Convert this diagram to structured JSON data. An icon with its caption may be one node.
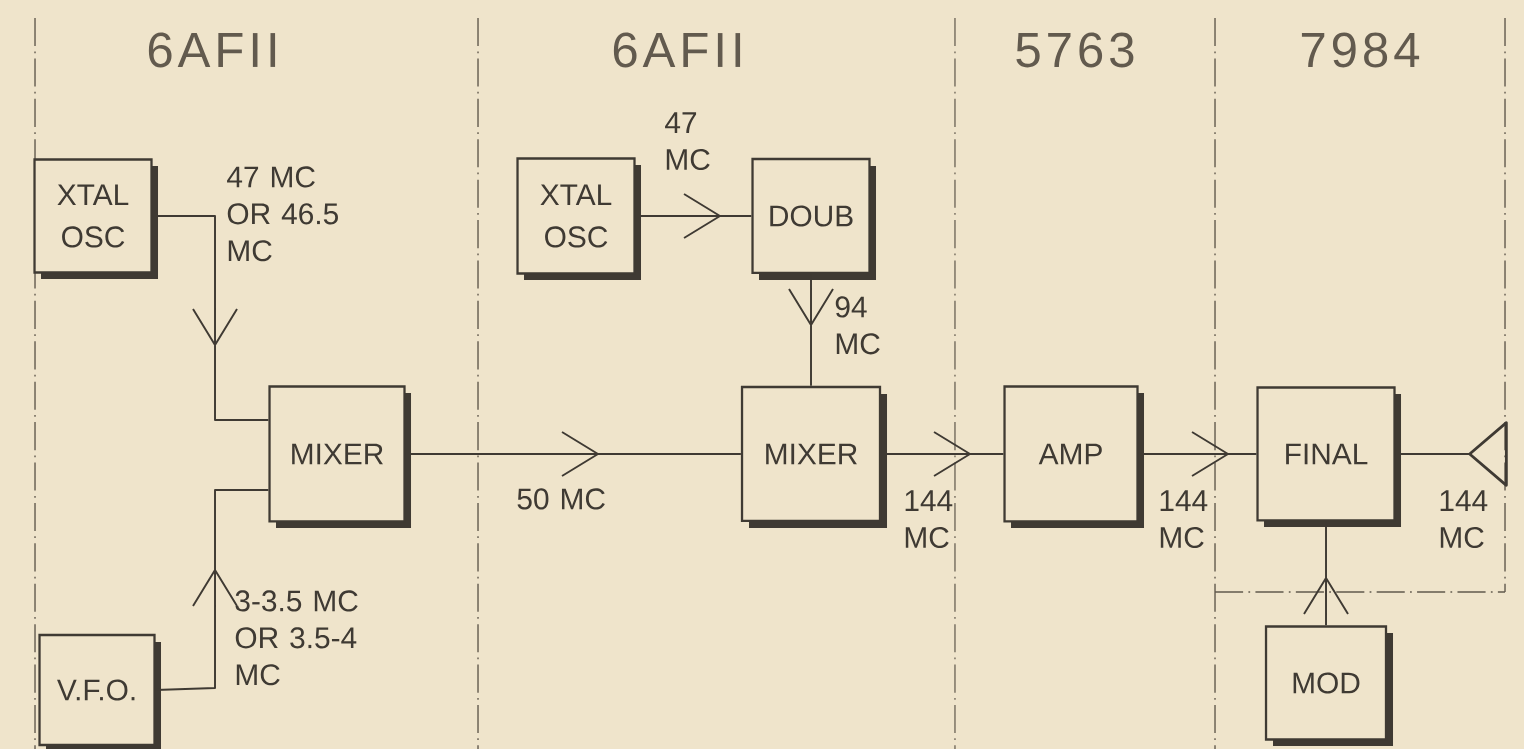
{
  "diagram": {
    "nodes": [
      {
        "text": [
          "XTAL OSC"
        ]
      },
      {
        "text": [
          "V.F.O."
        ]
      },
      {
        "text": [
          "MIXER"
        ]
      },
      {
        "text": [
          "XTAL OSC"
        ]
      },
      {
        "text": [
          "DOUB"
        ]
      },
      {
        "text": [
          "MIXER"
        ]
      },
      {
        "text": [
          "AMP"
        ]
      },
      {
        "text": [
          "FINAL"
        ]
      },
      {
        "text": [
          "MOD"
        ]
      },
      {
        "text": [],
        "shape": "triangle"
      }
    ],
    "edges": [
      {
        "from": 0,
        "to": 2,
        "arrow": "to",
        "label": "47 MC OR 46.5 MC"
      },
      {
        "from": 1,
        "to": 2,
        "arrow": "to",
        "label": "3-3.5 MC OR 3.5-4 MC"
      },
      {
        "from": 2,
        "to": 5,
        "arrow": "to",
        "label": "50 MC"
      },
      {
        "from": 3,
        "to": 4,
        "arrow": "to",
        "label": "47 MC"
      },
      {
        "from": 4,
        "to": 5,
        "arrow": "to",
        "label": "94 MC"
      },
      {
        "from": 5,
        "to": 6,
        "arrow": "to",
        "label": "144 MC"
      },
      {
        "from": 6,
        "to": 7,
        "arrow": "to",
        "label": "144 MC"
      },
      {
        "from": 7,
        "to": 9,
        "arrow": "none",
        "label": "144 MC"
      },
      {
        "from": 8,
        "to": 7,
        "arrow": "to"
      }
    ],
    "labels": [
      "6AFII",
      "6AFII",
      "5763",
      "7984"
    ]
  }
}
